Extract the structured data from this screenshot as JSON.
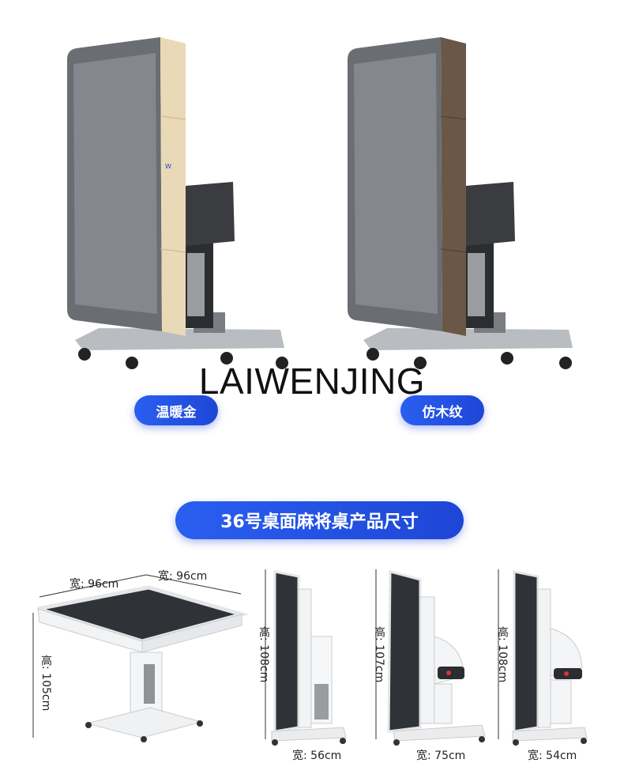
{
  "watermark": "LAIWENJING",
  "colors": {
    "accent": "#2a5ff0",
    "warm_gold": "#e8d8b5",
    "wood": "#6b5746",
    "panel_gray": "#5a5d61",
    "frame_white": "#f2f3f5"
  },
  "color_options": [
    {
      "label": "温暖金"
    },
    {
      "label": "仿木纹"
    }
  ],
  "section_title": "36号桌面麻将桌产品尺寸",
  "dimensions": {
    "table_width_left": "宽: 96cm",
    "table_width_right": "宽: 96cm",
    "table_height": "高: 105cm",
    "side1_height": "高: 108cm",
    "side1_width": "宽: 56cm",
    "side2_height": "高: 107cm",
    "side2_width": "宽: 75cm",
    "side3_height": "高: 108cm",
    "side3_width": "宽: 54cm"
  }
}
